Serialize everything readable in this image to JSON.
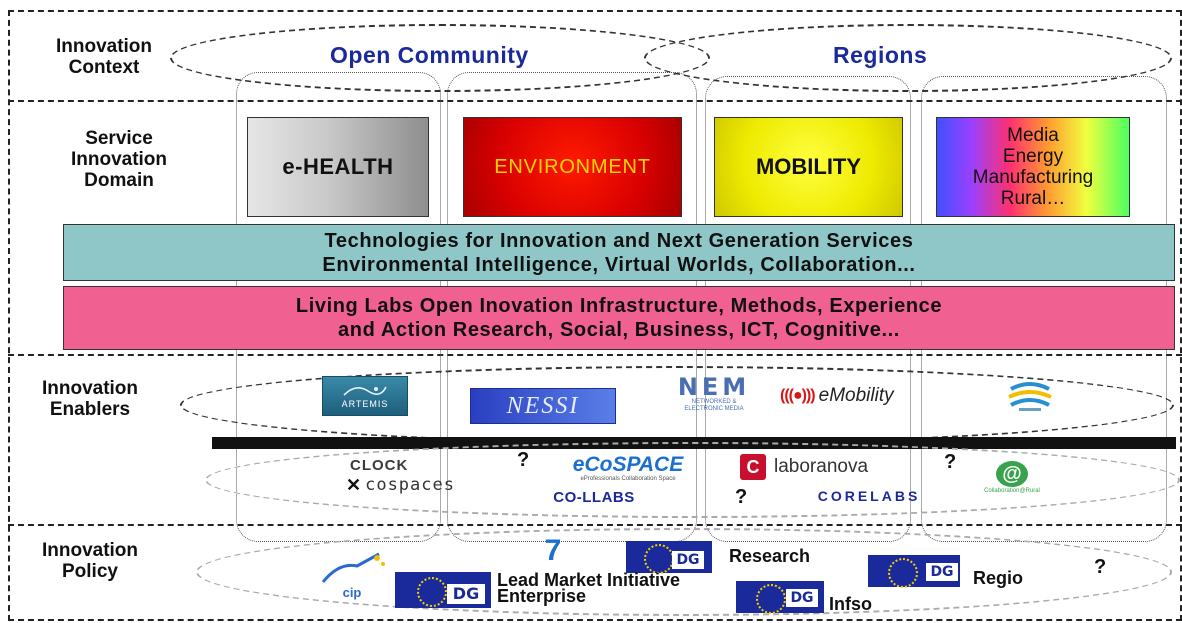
{
  "rows": {
    "context": "Innovation\nContext",
    "domain": "Service\nInnovation\nDomain",
    "enablers": "Innovation\nEnablers",
    "policy": "Innovation\nPolicy"
  },
  "context": {
    "open_community": "Open Community",
    "regions": "Regions"
  },
  "domains": {
    "health": "e-HEALTH",
    "environment": "ENVIRONMENT",
    "mobility": "MOBILITY",
    "other": "Media\nEnergy\nManufacturing\nRural…"
  },
  "bands": {
    "tech_line1": "Technologies for Innovation and Next Generation Services",
    "tech_line2": "Environmental Intelligence, Virtual Worlds, Collaboration...",
    "living_line1": "Living Labs Open Inovation Infrastructure, Methods, Experience",
    "living_line2": "and Action Research, Social, Business, ICT, Cognitive..."
  },
  "enablers": {
    "artemis": "ARTEMIS",
    "nessi": "NESSI",
    "nem": "NEM",
    "nem_sub": "NETWORKED & ELECTRONIC MEDIA",
    "emobility": "eMobility"
  },
  "projects": {
    "clock": "CLOCK",
    "cospaces": "cospaces",
    "ecospace": "eCoSPACE",
    "ecospace_sub": "eProfessionals Collaboration Space",
    "colabs": "CO-LLABS",
    "laboranova": "laboranova",
    "corelabs": "CoreLabs",
    "collab": "Collaboration@Rural",
    "q": "?"
  },
  "policy": {
    "dg": "DG",
    "research": "Research",
    "lead_market": "Lead Market Initiative",
    "enterprise": "Enterprise",
    "regio": "Regio",
    "infso": "Infso",
    "cip": "cip",
    "q": "?"
  },
  "colors": {
    "context_text": "#1a2a9a",
    "tech_band": "#8fc6c8",
    "living_band": "#f06090",
    "env_red": "#e00000",
    "env_text": "#ffd400",
    "mobility_yellow": "#f2ee00",
    "eu_blue": "#1a2a9a"
  }
}
